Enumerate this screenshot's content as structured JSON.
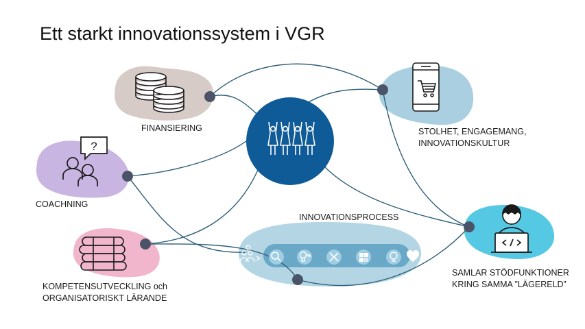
{
  "title": "Ett starkt innovationssystem i VGR",
  "nodes": {
    "finansiering": {
      "label": "FINANSIERING",
      "icon": "coins-icon",
      "blob_color": "#d6cbc6"
    },
    "stolthet": {
      "lines": [
        "STOLHET, ENGAGEMANG,",
        "INNOVATIONSKULTUR"
      ],
      "icon": "shopping-cart-phone-icon",
      "blob_color": "#a9cfe0"
    },
    "coachning": {
      "label": "COACHNING",
      "icon": "people-question-icon",
      "blob_color": "#c9b5e2"
    },
    "kompetens": {
      "lines": [
        "KOMPETENSUTVECKLING och",
        "ORGANISATORISKT LÄRANDE"
      ],
      "icon": "books-icon",
      "blob_color": "#f2b6cc"
    },
    "samlar": {
      "lines": [
        "SAMLAR STÖDFUNKTIONER",
        "KRING SAMMA ”LÄGERELD”"
      ],
      "icon": "coder-laptop-icon",
      "blob_color": "#55c9e4"
    },
    "innovationsprocess": {
      "label": "INNOVATIONSPROCESS",
      "steps": [
        "people-lightbulb-icon",
        "magnifier-icon",
        "lightbulb-key-icon",
        "tools-icon",
        "puzzle-icon",
        "globe-icon",
        "heart-icon"
      ]
    },
    "center": {
      "icon": "cheering-people-icon",
      "color": "#0f5b97"
    }
  },
  "colors": {
    "connector": "#2f5f7a",
    "node_dot": "#4a5368"
  }
}
